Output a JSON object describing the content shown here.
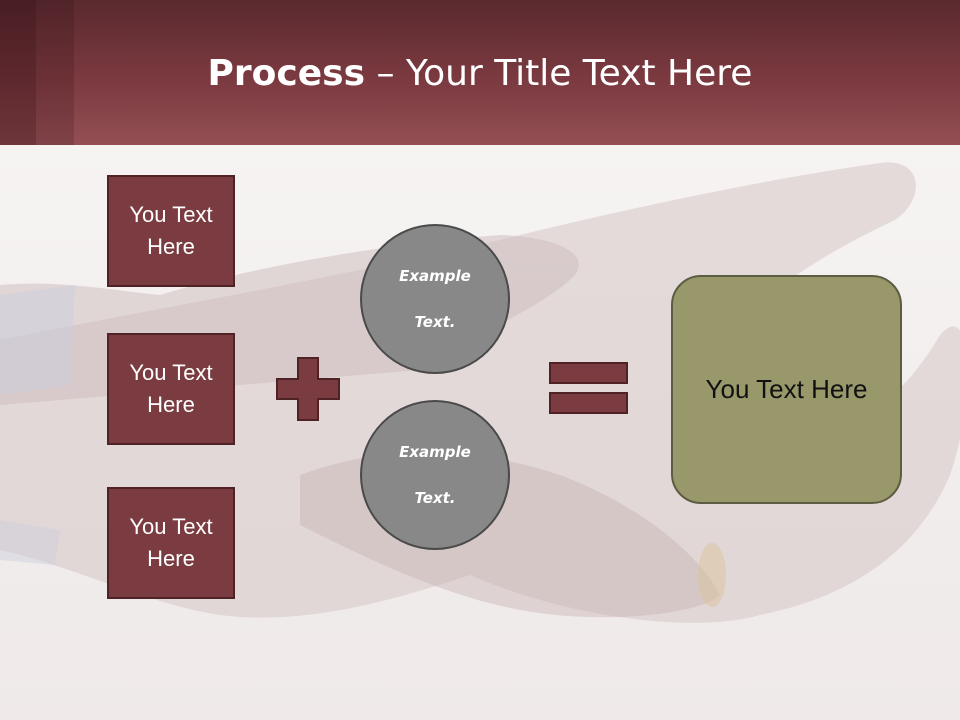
{
  "header": {
    "title_bold": "Process",
    "title_rest": " – Your Title Text Here"
  },
  "diagram": {
    "inputs": [
      {
        "label_line1": "You Text",
        "label_line2": "Here"
      },
      {
        "label_line1": "You Text",
        "label_line2": "Here"
      },
      {
        "label_line1": "You Text",
        "label_line2": "Here"
      }
    ],
    "circles": [
      {
        "line1": "Example",
        "line2": "Text."
      },
      {
        "line1": "Example",
        "line2": "Text."
      }
    ],
    "result": {
      "label": "You Text Here"
    },
    "operators": {
      "plus": "plus-icon",
      "equals": "equals-icon"
    }
  },
  "colors": {
    "header": "#7b3a40",
    "box_fill": "#7a3c40",
    "circle_fill": "#888888",
    "result_fill": "#98986b"
  }
}
